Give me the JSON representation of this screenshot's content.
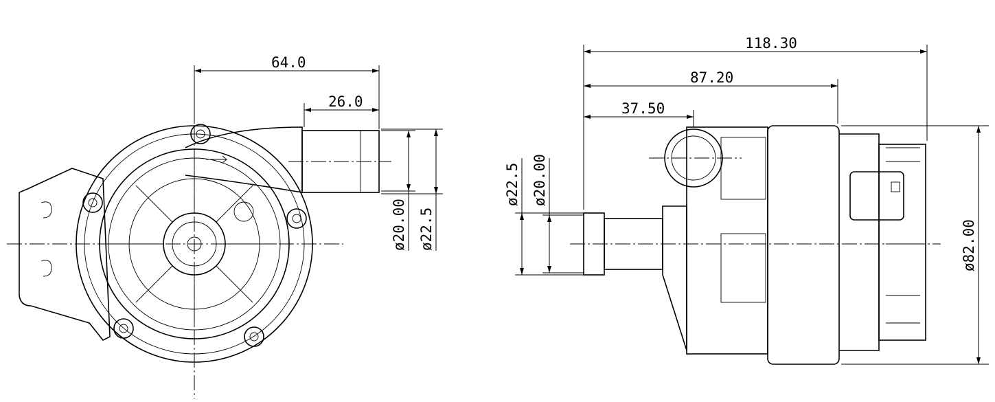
{
  "front_view": {
    "dim_width": "64.0",
    "dim_outlet_length": "26.0",
    "dim_outlet_inner": "ø20.00",
    "dim_outlet_outer": "ø22.5"
  },
  "side_view": {
    "dim_total_length": "118.30",
    "dim_body_length": "87.20",
    "dim_outlet_offset": "37.50",
    "dim_inlet_outer": "ø22.5",
    "dim_inlet_inner": "ø20.00",
    "dim_housing_diameter": "ø82.00"
  }
}
